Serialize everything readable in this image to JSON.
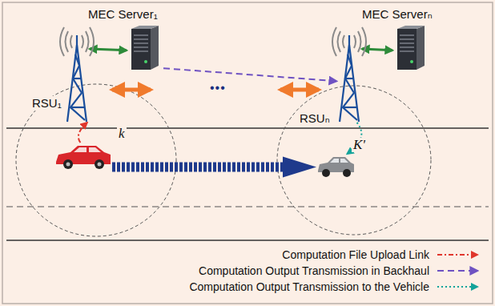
{
  "diagram": {
    "nodes": [
      {
        "text": [
          "RSU₁"
        ]
      },
      {
        "text": [
          "MEC Server₁"
        ]
      },
      {
        "text": [
          "RSUₙ"
        ]
      },
      {
        "text": [
          "MEC Serverₙ"
        ]
      },
      {
        "text": [
          "k"
        ]
      },
      {
        "text": [
          "K'"
        ]
      }
    ],
    "edges": [
      {
        "from": 1,
        "to": 0,
        "arrow": "both"
      },
      {
        "from": 2,
        "to": 3,
        "arrow": "both"
      },
      {
        "from": 4,
        "to": 0,
        "arrow": "to"
      },
      {
        "from": 1,
        "to": 2,
        "arrow": "to"
      },
      {
        "from": 2,
        "to": 5,
        "arrow": "to"
      },
      {
        "from": 4,
        "to": 5,
        "arrow": "to"
      }
    ],
    "labels": [
      "•••"
    ],
    "legend": [
      {
        "text": "Computation File Upload Link"
      },
      {
        "text": "Computation Output Transmission in Backhaul"
      },
      {
        "text": "Computation Output Transmission to the Vehicle"
      }
    ]
  }
}
